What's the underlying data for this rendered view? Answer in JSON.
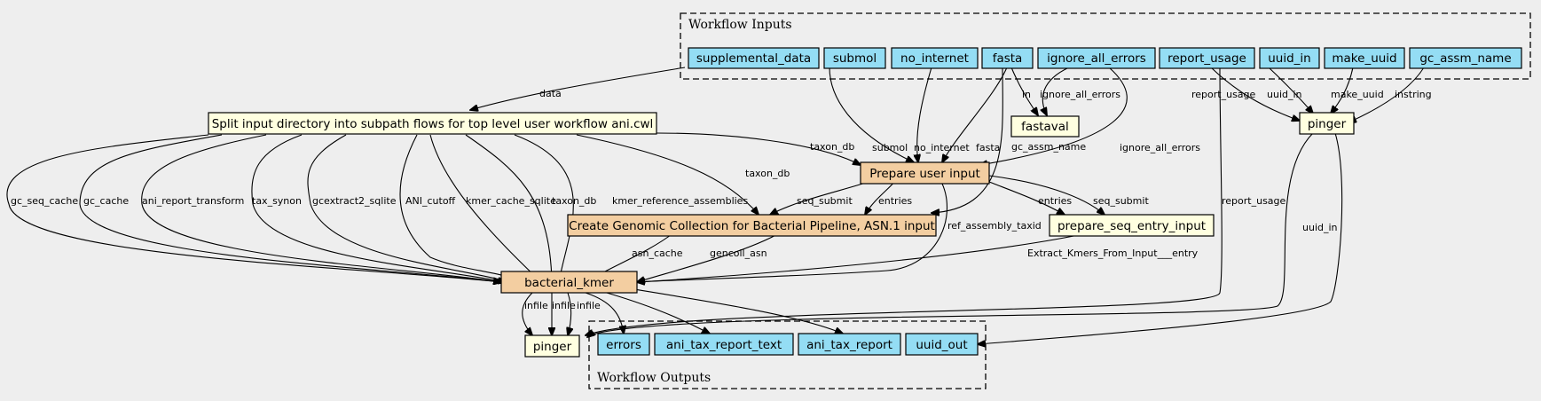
{
  "clusters": {
    "inputs": "Workflow Inputs",
    "outputs": "Workflow Outputs"
  },
  "colors": {
    "io_node": "#94ddf4",
    "step_node": "#f3cea1",
    "tool_node": "#ffffe0",
    "background": "#eeeeee"
  },
  "inputs": [
    "supplemental_data",
    "submol",
    "no_internet",
    "fasta",
    "ignore_all_errors",
    "report_usage",
    "uuid_in",
    "make_uuid",
    "gc_assm_name"
  ],
  "steps": {
    "split": "Split input directory into subpath flows for top level user workflow ani.cwl",
    "prepare": "Prepare user input",
    "create": "Create Genomic Collection for Bacterial Pipeline, ASN.1 input",
    "seq_entry": "prepare_seq_entry_input",
    "kmer": "bacterial_kmer",
    "fastaval": "fastaval",
    "pinger_top": "pinger",
    "pinger_bottom": "pinger"
  },
  "outputs": [
    "errors",
    "ani_tax_report_text",
    "ani_tax_report",
    "uuid_out"
  ],
  "edge_labels": {
    "data": "data",
    "submol": "submol",
    "no_internet": "no_internet",
    "fasta": "fasta",
    "in": "in",
    "ignore_all_errors_1": "ignore_all_errors",
    "ignore_all_errors_2": "ignore_all_errors",
    "report_usage_1": "report_usage",
    "report_usage_2": "report_usage",
    "uuid_in_1": "uuid_in",
    "uuid_in_2": "uuid_in",
    "make_uuid": "make_uuid",
    "instring": "instring",
    "gc_assm_name": "gc_assm_name",
    "taxon_db_1": "taxon_db",
    "taxon_db_2": "taxon_db",
    "taxon_db_3": "taxon_db",
    "gc_seq_cache": "gc_seq_cache",
    "gc_cache": "gc_cache",
    "ani_report_transform": "ani_report_transform",
    "tax_synon": "tax_synon",
    "gcextract2_sqlite": "gcextract2_sqlite",
    "ANI_cutoff": "ANI_cutoff",
    "kmer_cache_sqlite": "kmer_cache_sqlite",
    "kmer_reference_assemblies": "kmer_reference_assemblies",
    "seq_submit_1": "seq_submit",
    "seq_submit_2": "seq_submit",
    "entries_1": "entries",
    "entries_2": "entries",
    "ref_assembly_taxid": "ref_assembly_taxid",
    "asn_cache": "asn_cache",
    "gencoll_asn": "gencoll_asn",
    "extract_entry": "Extract_Kmers_From_Input___entry",
    "infile_1": "infile",
    "infile_2": "infile",
    "infile_3": "infile"
  }
}
